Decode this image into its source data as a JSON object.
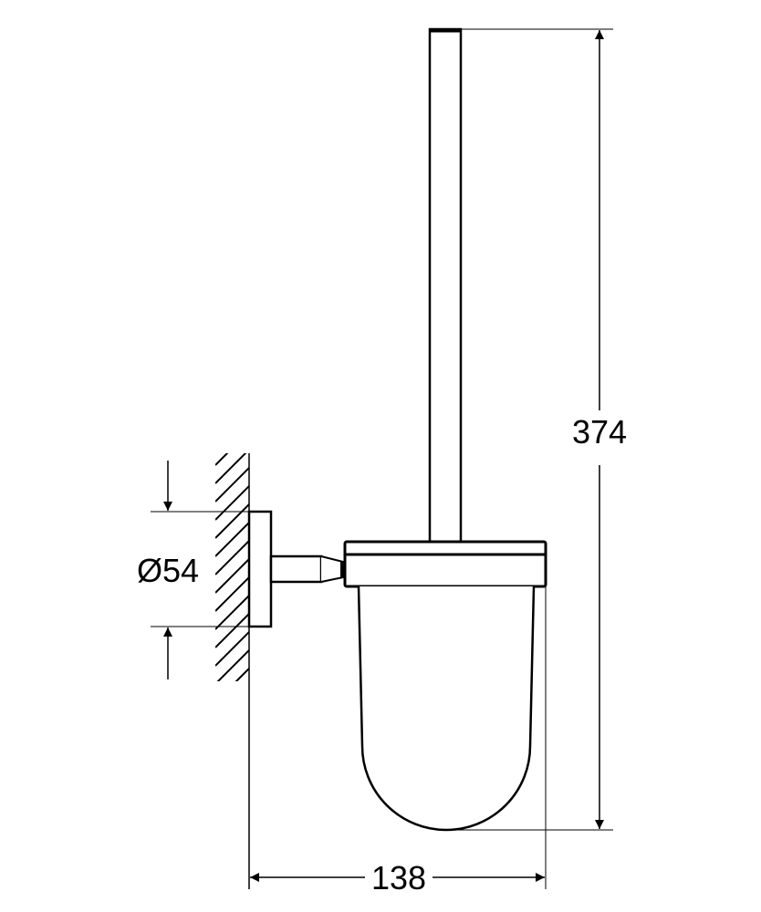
{
  "dimensions": {
    "height": "374",
    "width": "138",
    "rosette_diameter": "Ø54"
  },
  "colors": {
    "line": "#000000",
    "background": "#ffffff"
  }
}
